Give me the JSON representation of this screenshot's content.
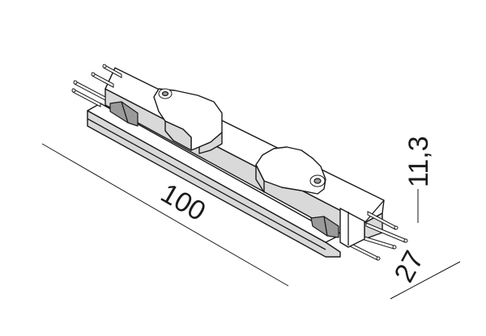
{
  "dimensions": {
    "length": "100",
    "height": "11,3",
    "width": "27"
  }
}
